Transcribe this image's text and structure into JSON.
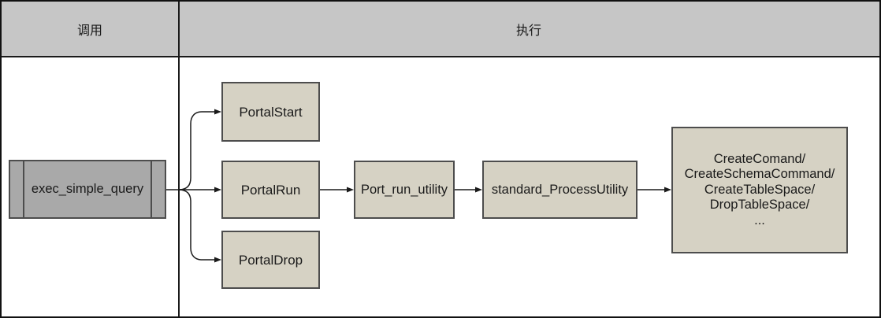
{
  "header": {
    "lane_call_label": "调用",
    "lane_execute_label": "执行"
  },
  "nodes": {
    "exec_simple_query": "exec_simple_query",
    "portal_start": "PortalStart",
    "portal_run": "PortalRun",
    "portal_drop": "PortalDrop",
    "port_run_utility": "Port_run_utility",
    "standard_process_utility": "standard_ProcessUtility",
    "utility_commands": "CreateComand/\nCreateSchemaCommand/\nCreateTableSpace/\nDropTableSpace/\n..."
  },
  "colors": {
    "header_bg": "#c6c6c6",
    "node_fill": "#d6d2c4",
    "exec_node_fill": "#a9a9a9",
    "node_border": "#4d4d4d",
    "connector": "#1a1a1a",
    "text": "#1a1a1a"
  }
}
